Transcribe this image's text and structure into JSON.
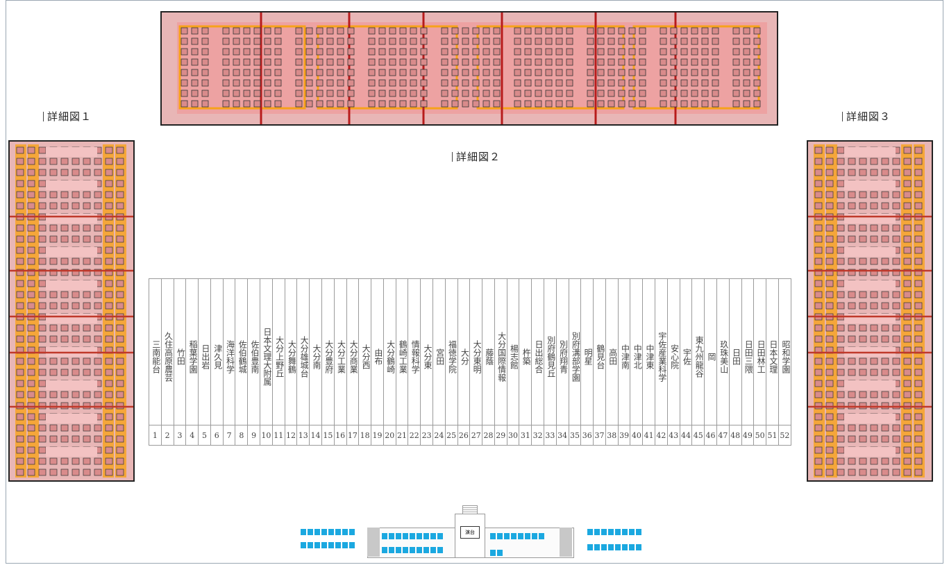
{
  "captions": {
    "detail1": "詳細図１",
    "detail2": "詳細図２",
    "detail3": "詳細図３"
  },
  "stage_label": "演台",
  "colors": {
    "seat_fill": "#e8b6b6",
    "highlight": "#f7a21b",
    "wall": "#222222",
    "divider": "#c0392b",
    "seat_icon": "#1ba8e0"
  },
  "seat_table": {
    "schools": [
      "三南能台",
      "久住高原農芸",
      "竹田",
      "稲葉学園",
      "日出岩",
      "津久見",
      "海洋科学",
      "佐伯鶴城",
      "佐伯豊南",
      "日本文理大附属",
      "大分上野丘",
      "大分舞鶴",
      "大分雄城台",
      "大分南",
      "大分豊府",
      "大分工業",
      "大分商業",
      "大分西",
      "由布",
      "大分鶴崎",
      "鶴崎工業",
      "情報科学",
      "大分東",
      "宮田",
      "福徳学院",
      "大分",
      "大分東明",
      "藤蔭",
      "大分国際情報",
      "楊志館",
      "杵築",
      "日出総合",
      "別府鶴見丘",
      "別府翔青",
      "別府溝部学園",
      "明星",
      "鶴見台",
      "高田",
      "中津南",
      "中津北",
      "中津東",
      "宇佐産業科学",
      "安心院",
      "宇佐",
      "東九州龍谷",
      "岡",
      "玖珠美山",
      "日田",
      "日田三隈",
      "日田林工",
      "日本文理",
      "昭和学園"
    ],
    "numbers": [
      "1",
      "2",
      "3",
      "4",
      "5",
      "6",
      "7",
      "8",
      "9",
      "10",
      "11",
      "12",
      "13",
      "14",
      "15",
      "16",
      "17",
      "18",
      "19",
      "20",
      "21",
      "22",
      "23",
      "24",
      "25",
      "26",
      "27",
      "28",
      "29",
      "30",
      "31",
      "32",
      "33",
      "34",
      "35",
      "36",
      "37",
      "38",
      "39",
      "40",
      "41",
      "42",
      "43",
      "44",
      "45",
      "46",
      "47",
      "48",
      "49",
      "50",
      "51",
      "52"
    ]
  }
}
